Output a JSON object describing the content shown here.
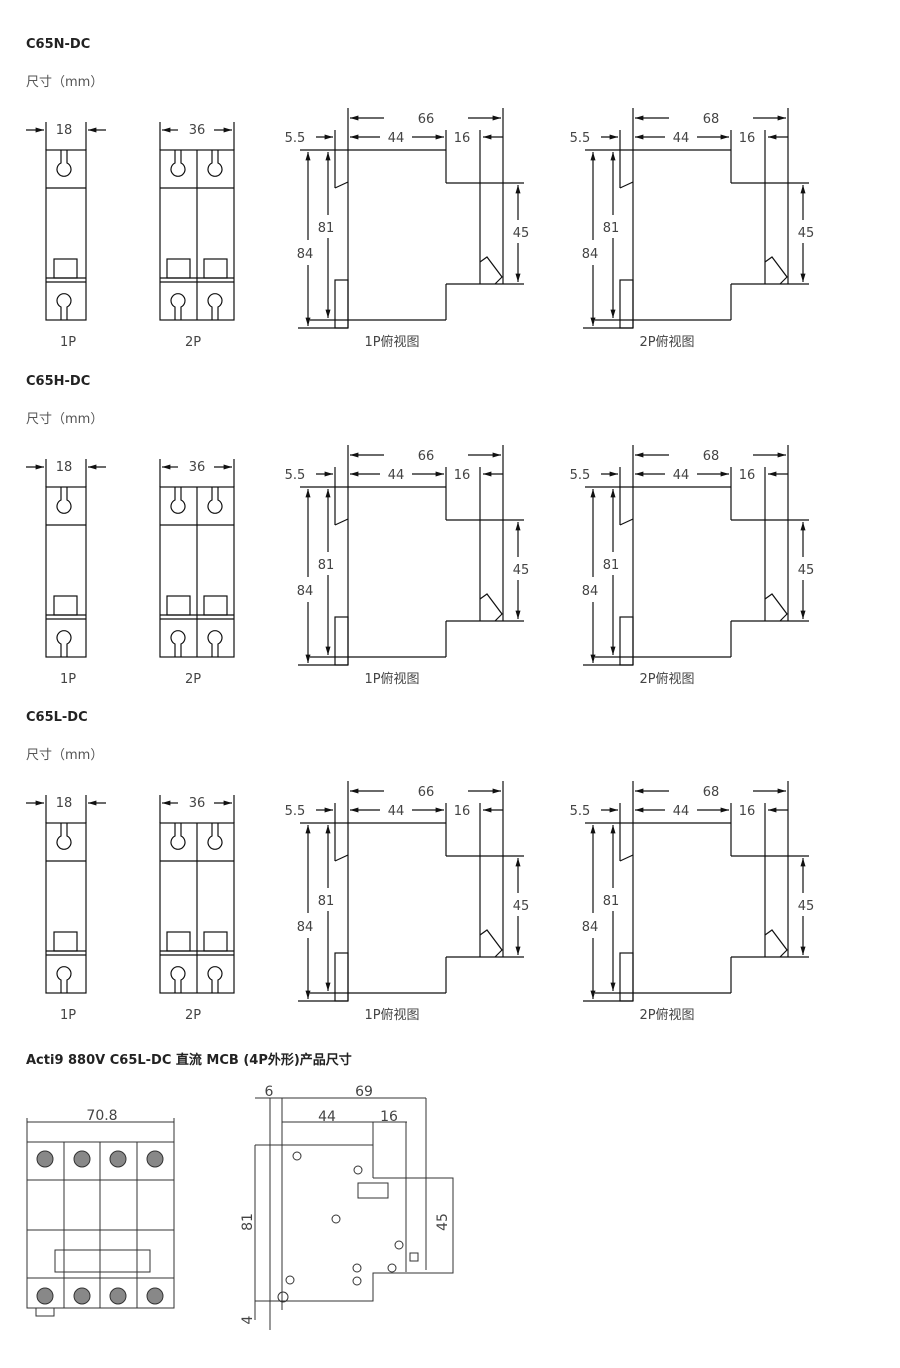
{
  "sections": [
    {
      "title": "C65N-DC",
      "unit_label": "尺寸（mm）",
      "views": [
        "1P",
        "2P",
        "1P俯视图",
        "2P俯视图"
      ],
      "dims": {
        "w1p": "18",
        "w2p": "36",
        "total1p": "66",
        "total2p": "68",
        "rail": "5.5",
        "body": "44",
        "front": "16",
        "h_total": "84",
        "h_body": "81",
        "h_front": "45"
      }
    },
    {
      "title": "C65H-DC",
      "unit_label": "尺寸（mm）",
      "views": [
        "1P",
        "2P",
        "1P俯视图",
        "2P俯视图"
      ],
      "dims": {
        "w1p": "18",
        "w2p": "36",
        "total1p": "66",
        "total2p": "68",
        "rail": "5.5",
        "body": "44",
        "front": "16",
        "h_total": "84",
        "h_body": "81",
        "h_front": "45"
      }
    },
    {
      "title": "C65L-DC",
      "unit_label": "尺寸（mm）",
      "views": [
        "1P",
        "2P",
        "1P俯视图",
        "2P俯视图"
      ],
      "dims": {
        "w1p": "18",
        "w2p": "36",
        "total1p": "66",
        "total2p": "68",
        "rail": "5.5",
        "body": "44",
        "front": "16",
        "h_total": "84",
        "h_body": "81",
        "h_front": "45"
      }
    }
  ],
  "product": {
    "title": "Acti9 880V C65L-DC 直流 MCB (4P外形)产品尺寸",
    "dims": {
      "width": "70.8",
      "rail": "6",
      "total": "69",
      "body": "44",
      "front": "16",
      "h_body": "81",
      "h_front": "45",
      "bottom": "4"
    }
  }
}
